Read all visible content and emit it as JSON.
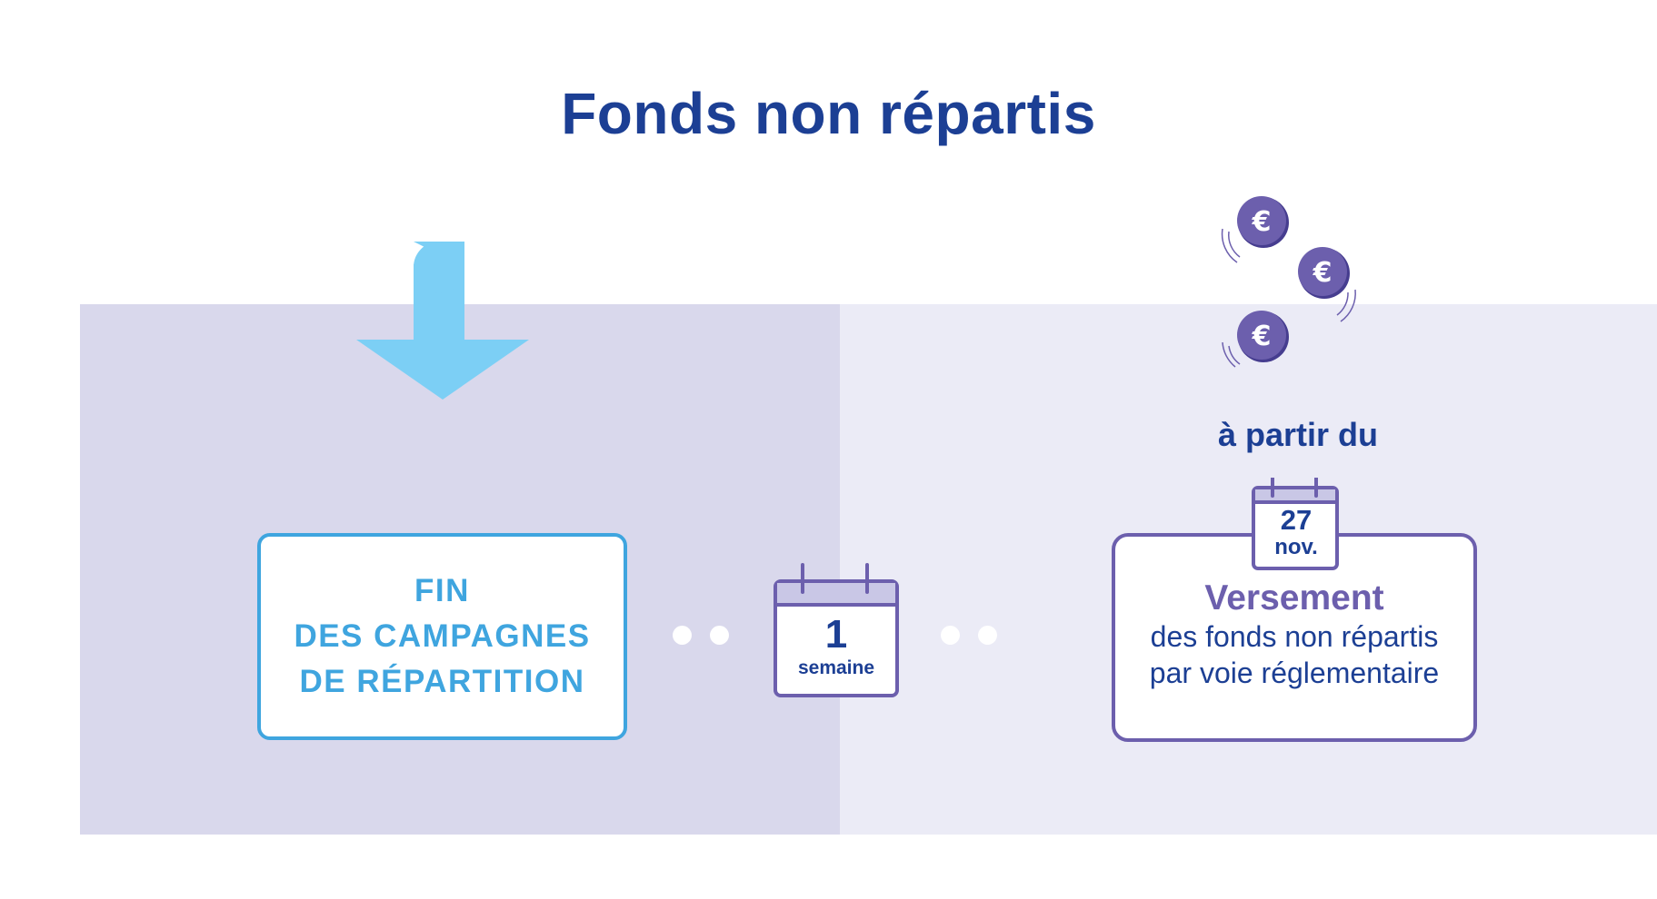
{
  "title": "Fonds non répartis",
  "left_box": {
    "lines": [
      "FIN",
      "DES CAMPAGNES",
      "DE RÉPARTITION"
    ]
  },
  "delay_calendar": {
    "number": "1",
    "unit": "semaine"
  },
  "start_label": "à partir du",
  "date_calendar": {
    "day": "27",
    "month": "nov."
  },
  "right_box": {
    "title": "Versement",
    "lines": [
      "des fonds non répartis",
      "par voie réglementaire"
    ]
  },
  "coins": {
    "symbol": "€",
    "count": 3
  },
  "colors": {
    "title": "#1c3f94",
    "left_panel": "#d9d8ec",
    "right_panel": "#ebebf6",
    "light_blue": "#3fa5df",
    "arrow": "#7ccff5",
    "purple": "#6c5fad"
  }
}
